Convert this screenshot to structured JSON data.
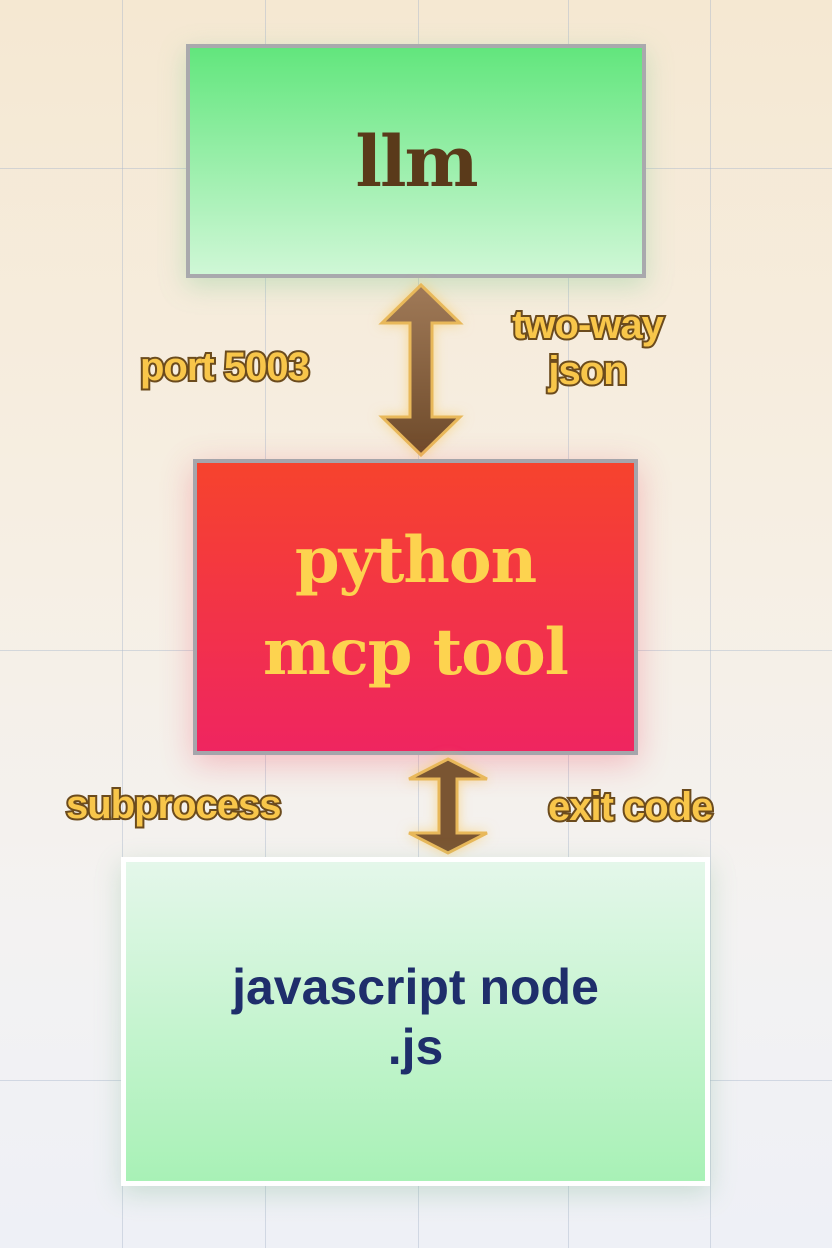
{
  "nodes": {
    "llm": "llm",
    "python_line1": "python",
    "python_line2": "mcp tool",
    "js_line1": "javascript node",
    "js_line2": ".js"
  },
  "edges": {
    "top_left_label": "port 5003",
    "top_right_line1": "two-way",
    "top_right_line2": "json",
    "bottom_left_label": "subprocess",
    "bottom_right_label": "exit code"
  },
  "colors": {
    "arrow": "#7a5532",
    "label_fill": "#f8c64a",
    "label_stroke": "#6b4b1d"
  }
}
